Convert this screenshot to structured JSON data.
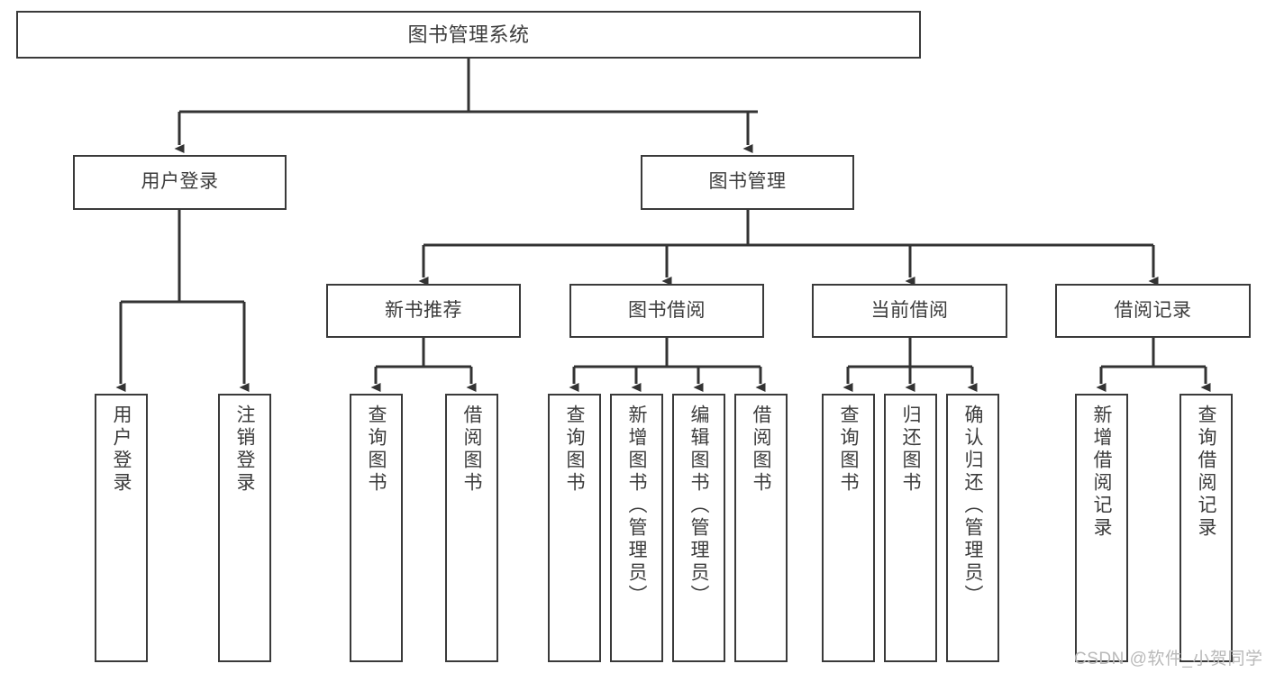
{
  "diagram": {
    "title": "图书管理系统",
    "type": "function-structure-tree",
    "colors": {
      "box_border": "#3a3a3a",
      "box_fill": "#ffffff",
      "edge": "#333333",
      "text": "#3c3c3c",
      "watermark": "#b9b9b9",
      "background": "#ffffff"
    },
    "nodes": {
      "root": {
        "label": "图书管理系统"
      },
      "level2": [
        {
          "id": "user-login",
          "label": "用户登录"
        },
        {
          "id": "book-manage",
          "label": "图书管理"
        }
      ],
      "level3": [
        {
          "id": "new-book-recommend",
          "label": "新书推荐"
        },
        {
          "id": "book-borrow",
          "label": "图书借阅"
        },
        {
          "id": "current-borrow",
          "label": "当前借阅"
        },
        {
          "id": "borrow-record",
          "label": "借阅记录"
        }
      ],
      "leaves": [
        {
          "id": "leaf-user-login",
          "label": "用户登录",
          "parent": "user-login"
        },
        {
          "id": "leaf-logout-login",
          "label": "注销登录",
          "parent": "user-login"
        },
        {
          "id": "leaf-query-book-1",
          "label": "查询图书",
          "parent": "new-book-recommend"
        },
        {
          "id": "leaf-borrow-book-1",
          "label": "借阅图书",
          "parent": "new-book-recommend"
        },
        {
          "id": "leaf-query-book-2",
          "label": "查询图书",
          "parent": "book-borrow"
        },
        {
          "id": "leaf-add-book",
          "label": "新增图书（管理员）",
          "parent": "book-borrow"
        },
        {
          "id": "leaf-edit-book",
          "label": "编辑图书（管理员）",
          "parent": "book-borrow"
        },
        {
          "id": "leaf-borrow-book-2",
          "label": "借阅图书",
          "parent": "book-borrow"
        },
        {
          "id": "leaf-query-book-3",
          "label": "查询图书",
          "parent": "current-borrow"
        },
        {
          "id": "leaf-return-book",
          "label": "归还图书",
          "parent": "current-borrow"
        },
        {
          "id": "leaf-confirm-return",
          "label": "确认归还（管理员）",
          "parent": "current-borrow"
        },
        {
          "id": "leaf-add-record",
          "label": "新增借阅记录",
          "parent": "borrow-record"
        },
        {
          "id": "leaf-query-record",
          "label": "查询借阅记录",
          "parent": "borrow-record"
        }
      ]
    },
    "watermark": "CSDN @软件_小贺同学"
  }
}
